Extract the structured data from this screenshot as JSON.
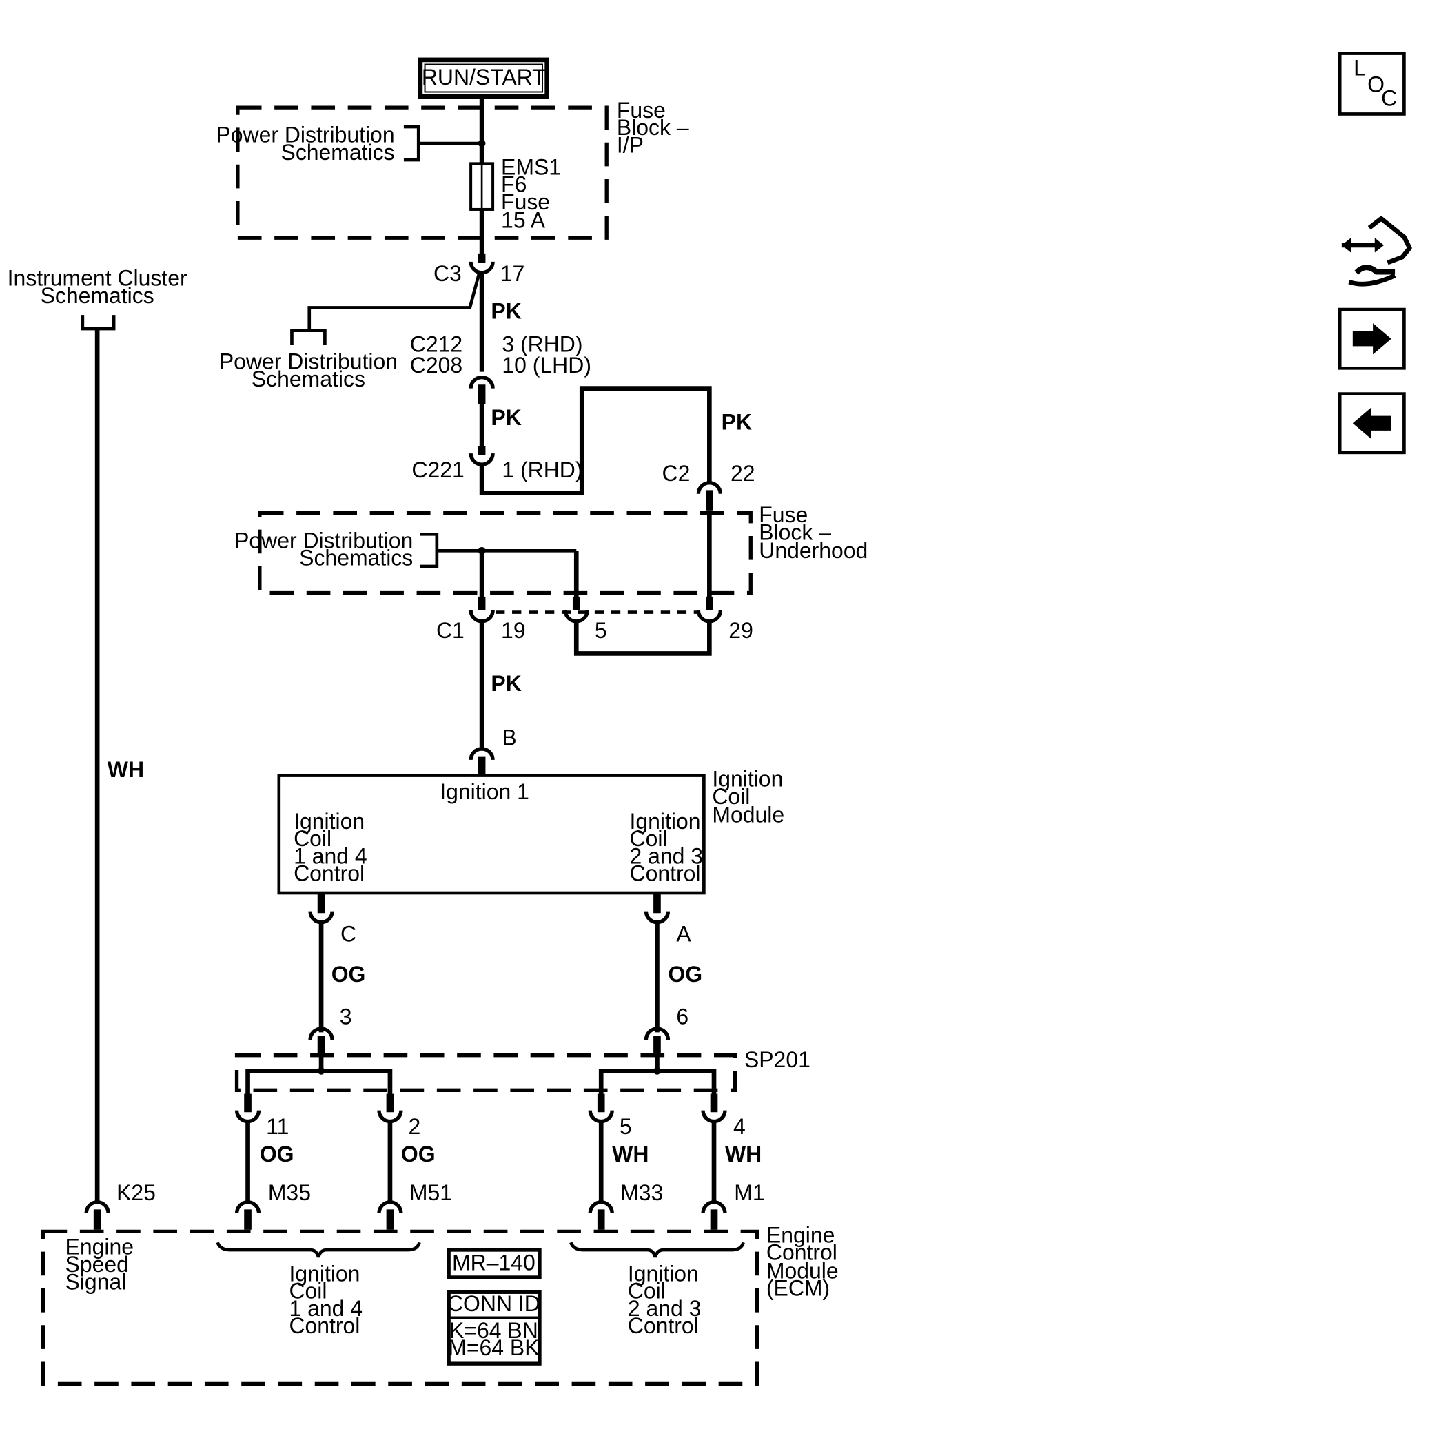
{
  "power_source": "RUN/START",
  "fuse_block_ip": {
    "name": [
      "Fuse",
      "Block –",
      "I/P"
    ],
    "schematic_ref": [
      "Power Distribution",
      "Schematics"
    ],
    "fuse": [
      "EMS1",
      "F6",
      "Fuse",
      "15 A"
    ]
  },
  "c3": {
    "name": "C3",
    "pin": "17",
    "wire": "PK"
  },
  "pd_schematics_2": [
    "Power Distribution",
    "Schematics"
  ],
  "c212_c208": {
    "names": [
      "C212",
      "C208"
    ],
    "pins": [
      "3 (RHD)",
      "10 (LHD)"
    ],
    "wire": "PK"
  },
  "c221": {
    "name": "C221",
    "pin": "1 (RHD)"
  },
  "c2": {
    "name": "C2",
    "pin": "22",
    "wire": "PK"
  },
  "fuse_block_underhood": {
    "name": [
      "Fuse",
      "Block –",
      "Underhood"
    ],
    "schematic_ref": [
      "Power Distribution",
      "Schematics"
    ]
  },
  "c1": {
    "name": "C1",
    "pins": [
      "19",
      "5",
      "29"
    ],
    "wire": "PK"
  },
  "icm_conn": "B",
  "ignition_coil_module": {
    "name": [
      "Ignition",
      "Coil",
      "Module"
    ],
    "ign1": "Ignition 1",
    "left": [
      "Ignition",
      "Coil",
      "1 and 4",
      "Control"
    ],
    "right": [
      "Ignition",
      "Coil",
      "2 and 3",
      "Control"
    ]
  },
  "icm_pins": {
    "left": "C",
    "right": "A",
    "wire": "OG"
  },
  "sp201": {
    "name": "SP201",
    "in_left": "3",
    "in_right": "6"
  },
  "branches": [
    {
      "pin": "11",
      "wire": "OG",
      "ecm_pin": "M35"
    },
    {
      "pin": "2",
      "wire": "OG",
      "ecm_pin": "M51"
    },
    {
      "pin": "5",
      "wire": "WH",
      "ecm_pin": "M33"
    },
    {
      "pin": "4",
      "wire": "WH",
      "ecm_pin": "M1"
    }
  ],
  "instrument_cluster": {
    "ref": [
      "Instrument Cluster",
      "Schematics"
    ],
    "wire": "WH",
    "ecm_pin": "K25"
  },
  "ecm": {
    "name": [
      "Engine",
      "Control",
      "Module",
      "(ECM)"
    ],
    "engine_speed": [
      "Engine",
      "Speed",
      "Signal"
    ],
    "left_group": [
      "Ignition",
      "Coil",
      "1 and 4",
      "Control"
    ],
    "right_group": [
      "Ignition",
      "Coil",
      "2 and 3",
      "Control"
    ],
    "id": "MR–140",
    "conn_id_title": "CONN ID",
    "conn_ids": [
      "K=64 BN",
      "M=64 BK"
    ]
  },
  "nav": {
    "loc": [
      "L",
      "O",
      "C"
    ],
    "legend_icon": "wiring-legend-icon",
    "next_icon": "arrow-right-icon",
    "prev_icon": "arrow-left-icon"
  }
}
